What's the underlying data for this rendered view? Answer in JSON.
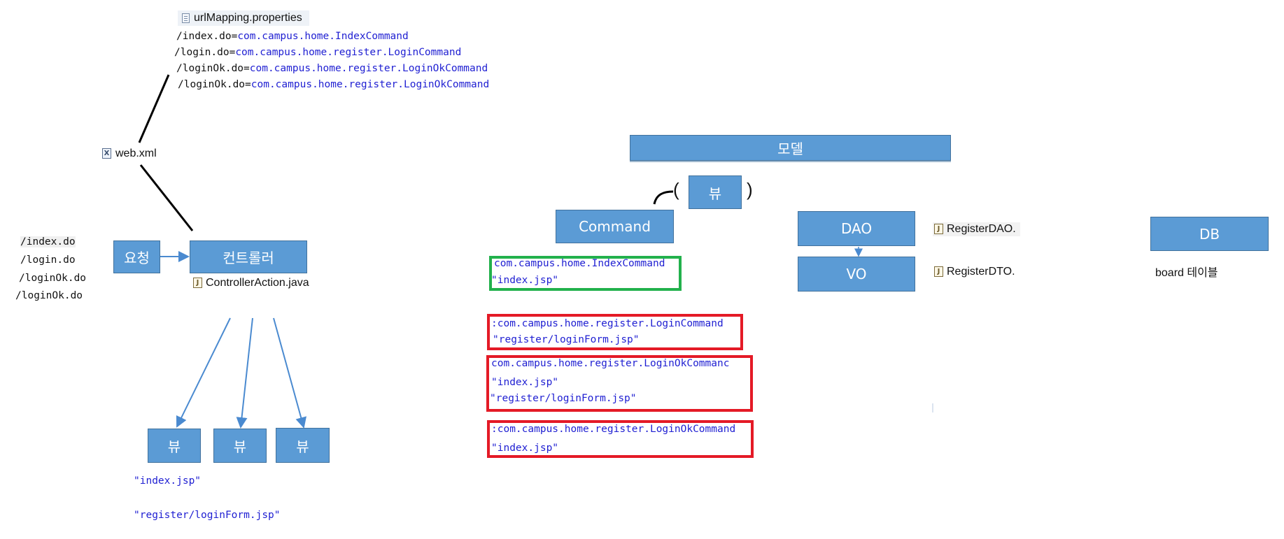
{
  "url_mapping": {
    "file_name": "urlMapping.properties",
    "lines": [
      {
        "key": "/index.do=",
        "value": "com.campus.home.IndexCommand"
      },
      {
        "key": "/login.do=",
        "value": "com.campus.home.register.LoginCommand"
      },
      {
        "key": "/loginOk.do=",
        "value": "com.campus.home.register.LoginOkCommand"
      },
      {
        "key": "/loginOk.do=",
        "value": "com.campus.home.register.LoginOkCommand"
      }
    ]
  },
  "web_xml": "web.xml",
  "requests": [
    "/index.do",
    "/login.do",
    "/loginOk.do",
    "/loginOk.do"
  ],
  "boxes": {
    "request": "요청",
    "controller": "컨트롤러",
    "view": "뷰",
    "model": "모델",
    "command": "Command",
    "dao": "DAO",
    "vo": "VO",
    "db": "DB"
  },
  "controller_file": "ControllerAction.java",
  "view_paths": [
    "\"index.jsp\"",
    "\"register/loginForm.jsp\""
  ],
  "paren_open": "(",
  "paren_close": ")",
  "dao_file": "RegisterDAO.",
  "dto_file": "RegisterDTO.",
  "db_table": "board 테이블",
  "command_mappings": [
    {
      "frame": "green",
      "lines": [
        "com.campus.home.IndexCommand",
        "\"index.jsp\""
      ]
    },
    {
      "frame": "red",
      "lines": [
        ":com.campus.home.register.LoginCommand",
        "\"register/loginForm.jsp\""
      ]
    },
    {
      "frame": "red",
      "lines": [
        "com.campus.home.register.LoginOkCommanc",
        "\"index.jsp\"",
        "\"register/loginForm.jsp\""
      ]
    },
    {
      "frame": "red",
      "lines": [
        ":com.campus.home.register.LoginOkCommand",
        "\"index.jsp\""
      ]
    }
  ],
  "colors": {
    "box_fill": "#5b9bd5",
    "box_border": "#41719c",
    "code_blue": "#1f1fd2",
    "green_frame": "#22b14c",
    "red_frame": "#e41a26"
  }
}
